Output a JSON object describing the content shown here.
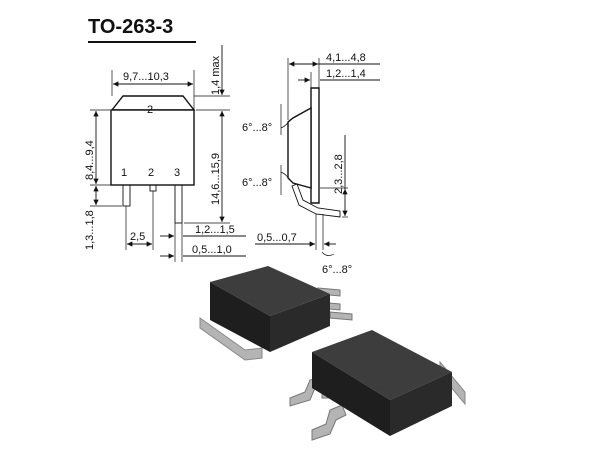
{
  "title": "TO-263-3",
  "front_view": {
    "tab_number": "2",
    "pins": [
      "1",
      "2",
      "3"
    ],
    "dims": {
      "width": "9,7...10,3",
      "tab_height": "1,4 max",
      "body_height": "8,4...9,4",
      "total_height": "14,6...15,9",
      "lead_length": "1,3...1,8",
      "pitch": "2,5",
      "lead_width": "1,2...1,5",
      "lead_thickness": "0,5...1,0"
    }
  },
  "side_view": {
    "dims": {
      "thickness": "4,1...4,8",
      "tab_thickness": "1,2...1,4",
      "angle_top": "6°...8°",
      "angle_mid": "6°...8°",
      "standoff": "2,3...2,8",
      "lead_foot": "0,5...0,7",
      "angle_bottom": "6°...8°"
    }
  },
  "colors": {
    "package_top": "#3d3d3d",
    "package_side": "#1e1e1e",
    "metal": "#b4b4b4"
  }
}
